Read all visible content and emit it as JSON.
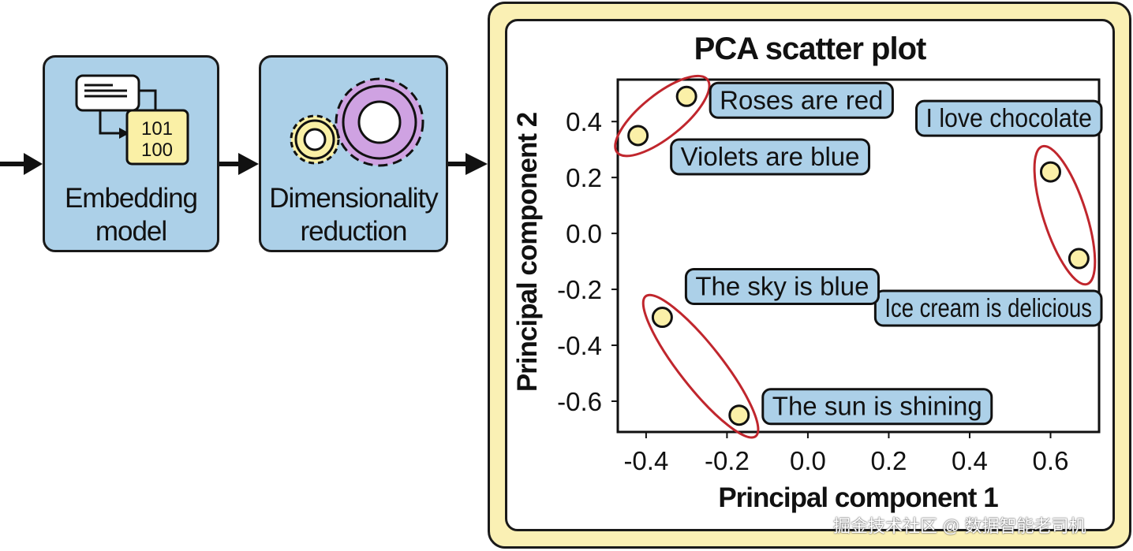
{
  "pipeline": {
    "embedding_label": "Embedding\nmodel",
    "binary_line1": "101",
    "binary_line2": "100",
    "reduction_label": "Dimensionality\nreduction"
  },
  "chart_data": {
    "type": "scatter",
    "title": "PCA scatter plot",
    "xlabel": "Principal component 1",
    "ylabel": "Principal component 2",
    "xlim": [
      -0.47,
      0.72
    ],
    "ylim": [
      -0.71,
      0.55
    ],
    "xticks": [
      -0.4,
      -0.2,
      0.0,
      0.2,
      0.4,
      0.6
    ],
    "xtick_labels": [
      "-0.4",
      "-0.2",
      "0.0",
      "0.2",
      "0.4",
      "0.6"
    ],
    "yticks": [
      0.4,
      0.2,
      0.0,
      -0.2,
      -0.4,
      -0.6
    ],
    "ytick_labels": [
      "0.4",
      "0.2",
      "0.0",
      "-0.2",
      "-0.4",
      "-0.6"
    ],
    "grid": false,
    "points": [
      {
        "x": -0.3,
        "y": 0.49,
        "label": "Roses are red"
      },
      {
        "x": -0.42,
        "y": 0.35,
        "label": "Violets are blue"
      },
      {
        "x": 0.6,
        "y": 0.22,
        "label": "I love chocolate"
      },
      {
        "x": 0.67,
        "y": -0.09,
        "label": "Ice cream is delicious"
      },
      {
        "x": -0.36,
        "y": -0.3,
        "label": "The sky is blue"
      },
      {
        "x": -0.17,
        "y": -0.65,
        "label": "The sun is shining"
      }
    ],
    "point_color": "#fbf0a8",
    "cluster_color": "#c0262d",
    "label_bg": "#acd0e8"
  },
  "watermark": "掘金技术社区 @ 数据智能老司机"
}
